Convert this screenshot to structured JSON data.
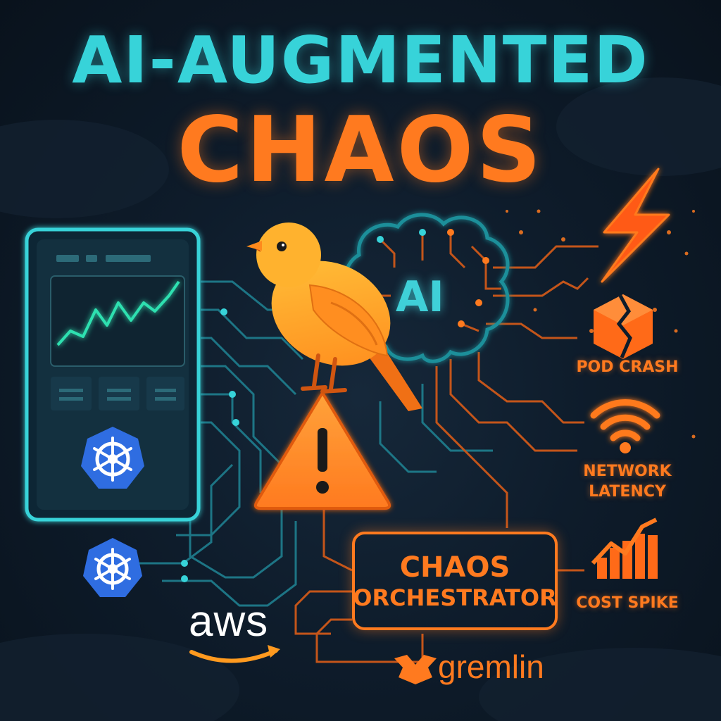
{
  "title": {
    "line1": "AI-AUGMENTED",
    "line2": "CHAOS"
  },
  "brain": {
    "label": "AI"
  },
  "labels": {
    "pod_crash": "POD CRASH",
    "network_latency_l1": "NETWORK",
    "network_latency_l2": "LATENCY",
    "cost_spike": "COST SPIKE"
  },
  "orchestrator": {
    "line1": "CHAOS",
    "line2": "ORCHESTRATOR"
  },
  "logos": {
    "aws": "aws",
    "gremlin": "gremlin"
  },
  "icons": [
    "bird-icon",
    "warning-triangle-icon",
    "brain-icon",
    "lightning-bolt-icon",
    "pod-crash-icon",
    "wifi-icon",
    "cost-spike-chart-icon",
    "kubernetes-icon",
    "kubernetes-icon",
    "aws-logo",
    "gremlin-logo"
  ],
  "colors": {
    "teal": "#37d3d9",
    "orange": "#ff7a1f",
    "background": "#0e1c2b",
    "kubernetes_blue": "#2f6de1"
  }
}
